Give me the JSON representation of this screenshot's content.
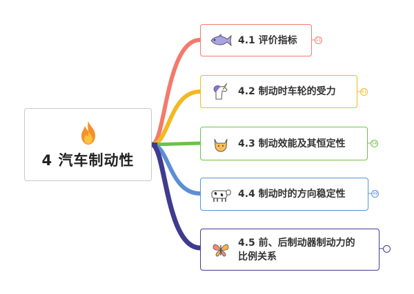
{
  "root": {
    "title": "4 汽车制动性",
    "icon": "fire-icon"
  },
  "branches": [
    {
      "label": "4.1 评价指标",
      "icon": "fish-icon",
      "color": "#f47a6b",
      "badge": "11"
    },
    {
      "label": "4.2 制动时车轮的受力",
      "icon": "unicorn-icon",
      "color": "#f5b820",
      "badge": "61"
    },
    {
      "label": "4.3 制动效能及其恒定性",
      "icon": "cat-icon",
      "color": "#6cc24a",
      "badge": "54"
    },
    {
      "label": "4.4 制动时的方向稳定性",
      "icon": "cow-icon",
      "color": "#5b8fd6",
      "badge": "49"
    },
    {
      "label_line1": "4.5 前、后制动器制动力的",
      "label_line2": "比例关系",
      "icon": "butterfly-icon",
      "color": "#3f3b8f",
      "badge": ""
    }
  ]
}
